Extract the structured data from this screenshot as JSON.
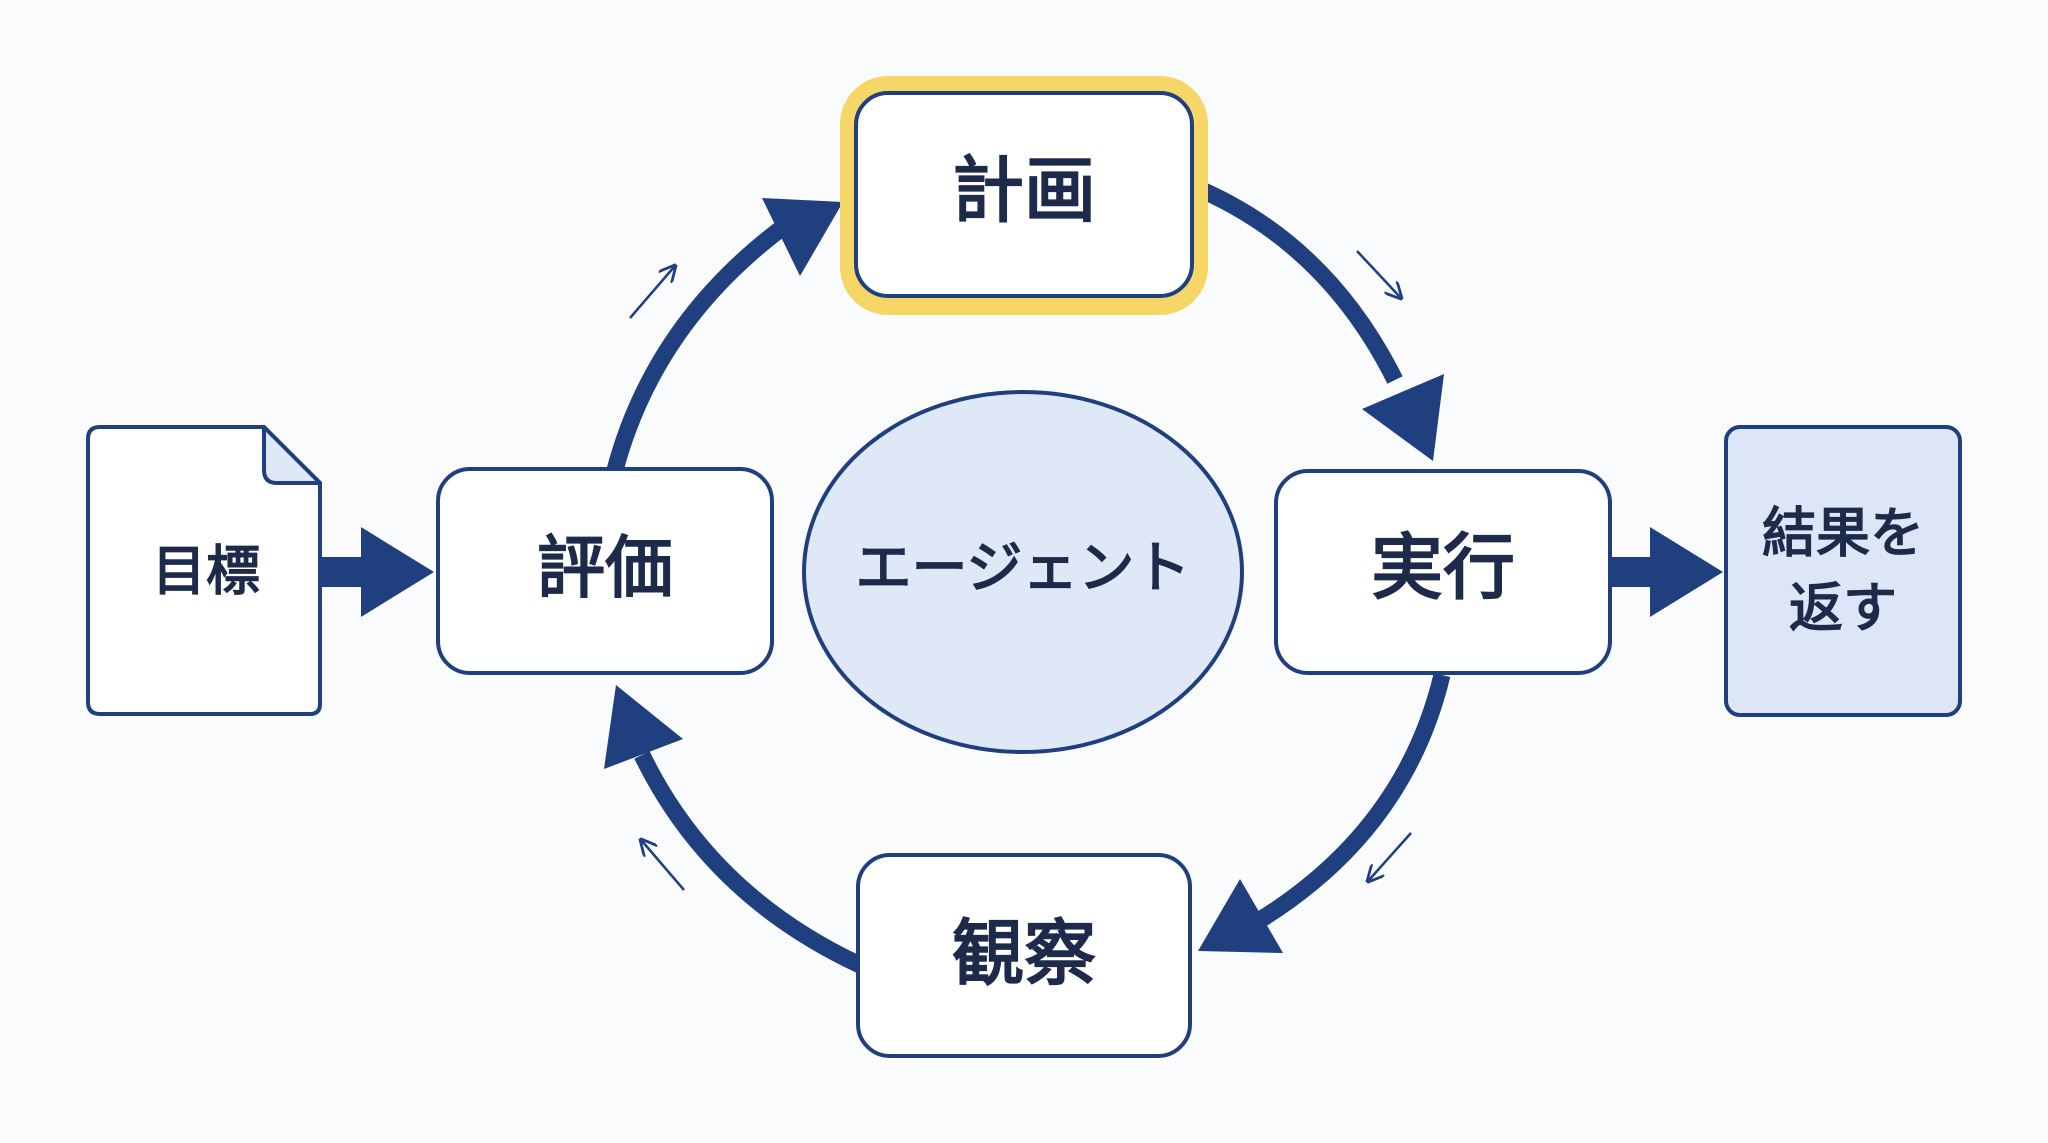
{
  "colors": {
    "navy": "#1f3f7f",
    "text": "#1d2a4a",
    "box_fill": "#ffffff",
    "center_fill": "#dfe8f7",
    "result_fill": "#dce6f6",
    "doc_corner_fill": "#dfe8f7",
    "highlight": "#f7d668",
    "background": "#fafbfd"
  },
  "nodes": {
    "goal": {
      "label": "目標",
      "icon": "document-icon"
    },
    "plan": {
      "label": "計画",
      "highlighted": true
    },
    "execute": {
      "label": "実行"
    },
    "observe": {
      "label": "観察"
    },
    "evaluate": {
      "label": "評価"
    },
    "agent": {
      "label": "エージェント"
    },
    "result": {
      "label_line1": "結果を",
      "label_line2": "返す"
    }
  },
  "edges": [
    {
      "from": "goal",
      "to": "evaluate",
      "style": "straight-arrow"
    },
    {
      "from": "evaluate",
      "to": "plan",
      "style": "curved-arrow"
    },
    {
      "from": "plan",
      "to": "execute",
      "style": "curved-arrow"
    },
    {
      "from": "execute",
      "to": "observe",
      "style": "curved-arrow"
    },
    {
      "from": "observe",
      "to": "evaluate",
      "style": "curved-arrow"
    },
    {
      "from": "execute",
      "to": "result",
      "style": "straight-arrow"
    }
  ]
}
